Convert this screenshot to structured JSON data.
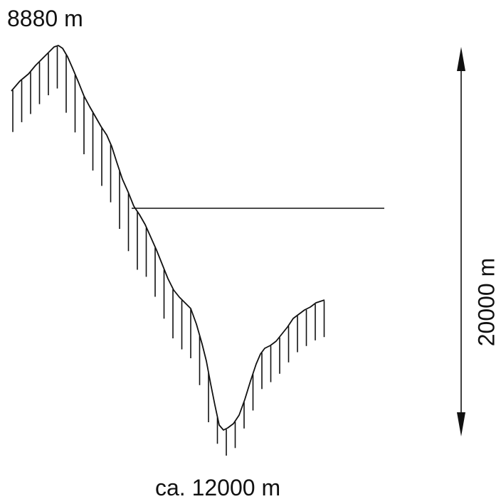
{
  "labels": {
    "peak_height": "8880 m",
    "trench_depth": "ca. 12000 m",
    "total_relief": "20000 m"
  },
  "colors": {
    "ink": "#111111",
    "background": "#ffffff"
  }
}
